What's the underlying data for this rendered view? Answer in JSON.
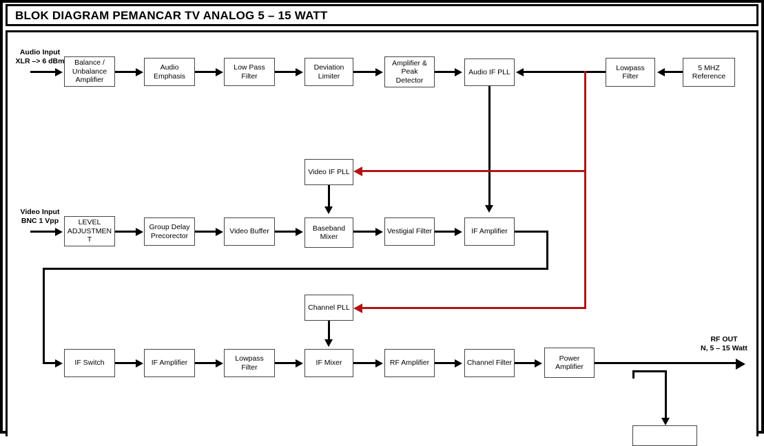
{
  "document": {
    "title": "BLOK DIAGRAM PEMANCAR TV ANALOG 5 – 15 WATT",
    "type": "block-diagram"
  },
  "colors": {
    "signal_black": "#000000",
    "reference_red": "#b01414",
    "block_border": "#444444",
    "frame": "#000000",
    "background": "#ffffff"
  },
  "labels": {
    "audio_input_line1": "Audio Input",
    "audio_input_line2": "XLR –> 6 dBm",
    "video_input_line1": "Video Input",
    "video_input_line2": "BNC 1 Vpp",
    "rf_out_line1": "RF OUT",
    "rf_out_line2": "N,  5 – 15 Watt"
  },
  "blocks": {
    "audio_chain": [
      {
        "id": "balance-unbalance-amplifier",
        "lines": [
          "Balance /",
          "Unbalance",
          "Amplifier"
        ]
      },
      {
        "id": "audio-emphasis",
        "lines": [
          "Audio",
          "Emphasis"
        ]
      },
      {
        "id": "low-pass-filter",
        "lines": [
          "Low Pass",
          "Filter"
        ]
      },
      {
        "id": "deviation-limiter",
        "lines": [
          "Deviation",
          "Limiter"
        ]
      },
      {
        "id": "amplifier-peak-detector",
        "lines": [
          "Amplifier &",
          "Peak",
          "Detector"
        ]
      },
      {
        "id": "audio-if-pll",
        "lines": [
          "Audio IF PLL"
        ]
      }
    ],
    "reference_chain": [
      {
        "id": "lowpass-filter-reference",
        "lines": [
          "Lowpass",
          "Filter"
        ]
      },
      {
        "id": "five-mhz-reference",
        "lines": [
          "5 MHZ",
          "Reference"
        ]
      }
    ],
    "video_chain": [
      {
        "id": "level-adjustment",
        "lines": [
          "LEVEL",
          "ADJUSTMEN",
          "T"
        ]
      },
      {
        "id": "group-delay-precorector",
        "lines": [
          "Group Delay",
          "Precorector"
        ]
      },
      {
        "id": "video-buffer",
        "lines": [
          "Video Buffer"
        ]
      },
      {
        "id": "baseband-mixer",
        "lines": [
          "Baseband",
          "Mixer"
        ]
      },
      {
        "id": "vestigial-filter",
        "lines": [
          "Vestigial Filter"
        ]
      },
      {
        "id": "if-amplifier-video",
        "lines": [
          "IF Amplifier"
        ]
      }
    ],
    "rf_chain": [
      {
        "id": "if-switch",
        "lines": [
          "IF Switch"
        ]
      },
      {
        "id": "if-amplifier-rf",
        "lines": [
          "IF Amplifier"
        ]
      },
      {
        "id": "lowpass-filter-rf",
        "lines": [
          "Lowpass",
          "Filter"
        ]
      },
      {
        "id": "if-mixer",
        "lines": [
          "IF Mixer"
        ]
      },
      {
        "id": "rf-amplifier",
        "lines": [
          "RF Amplifier"
        ]
      },
      {
        "id": "channel-filter",
        "lines": [
          "Channel Filter"
        ]
      },
      {
        "id": "power-amplifier",
        "lines": [
          "Power",
          "Amplifier"
        ]
      }
    ],
    "pll_blocks": [
      {
        "id": "video-if-pll",
        "lines": [
          "Video IF PLL"
        ]
      },
      {
        "id": "channel-pll",
        "lines": [
          "Channel PLL"
        ]
      }
    ],
    "cut_off_block": {
      "id": "bottom-monitor-block",
      "lines": [
        ""
      ]
    }
  }
}
